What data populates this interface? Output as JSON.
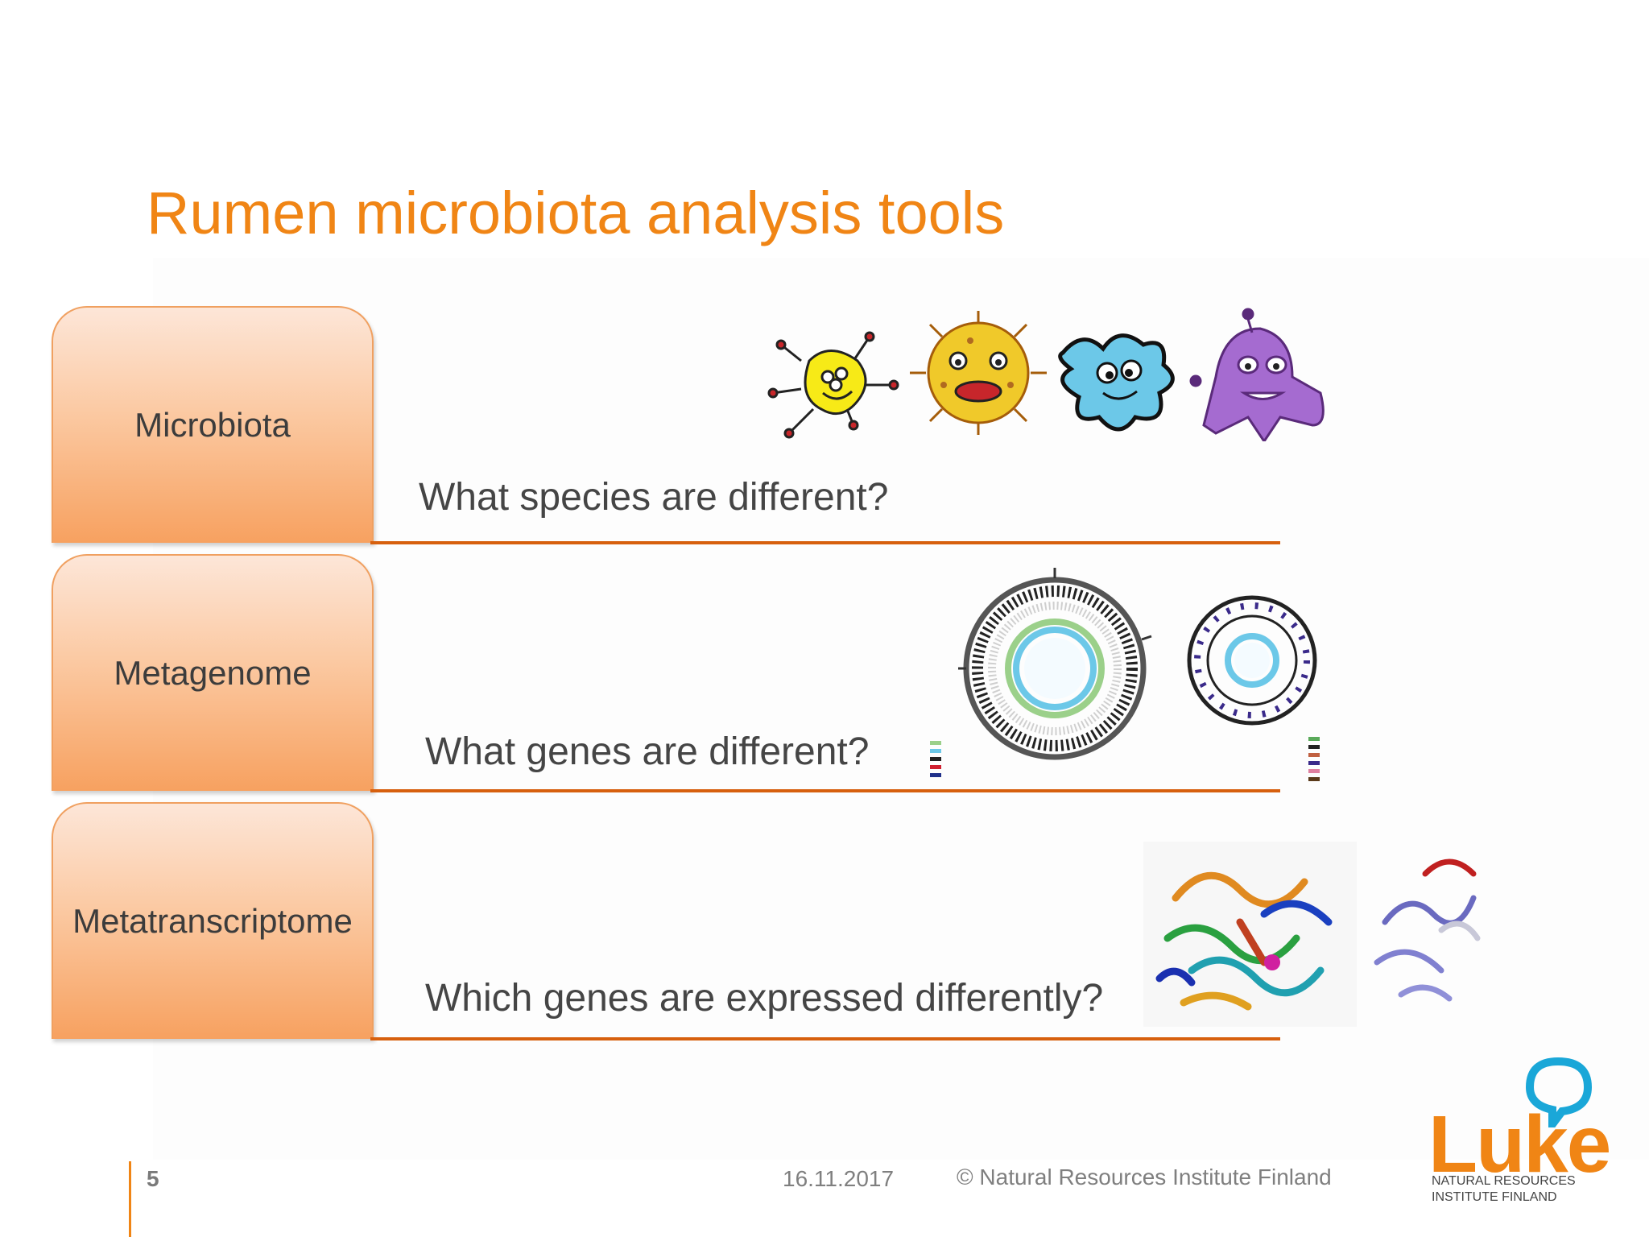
{
  "slide": {
    "title": "Rumen microbiota analysis tools",
    "rows": [
      {
        "label": "Microbiota",
        "question": "What species are different?"
      },
      {
        "label": "Metagenome",
        "question": "What genes are different?"
      },
      {
        "label": "Metatranscriptome",
        "question": "Which genes are expressed differently?"
      }
    ]
  },
  "footer": {
    "page_number": "5",
    "date": "16.11.2017",
    "copyright": "© Natural Resources Institute Finland"
  },
  "logo": {
    "word": "Luke",
    "line1": "NATURAL RESOURCES",
    "line2": "INSTITUTE FINLAND"
  },
  "colors": {
    "accent": "#f08515",
    "rule": "#d7600e",
    "tab_top": "#fde6d8",
    "tab_bottom": "#f7a160",
    "text": "#454545"
  },
  "icons": [
    "bacteria-cartoon-icon",
    "genome-circle-map-icon",
    "protein-structure-icon",
    "luke-speech-bubble-icon"
  ]
}
